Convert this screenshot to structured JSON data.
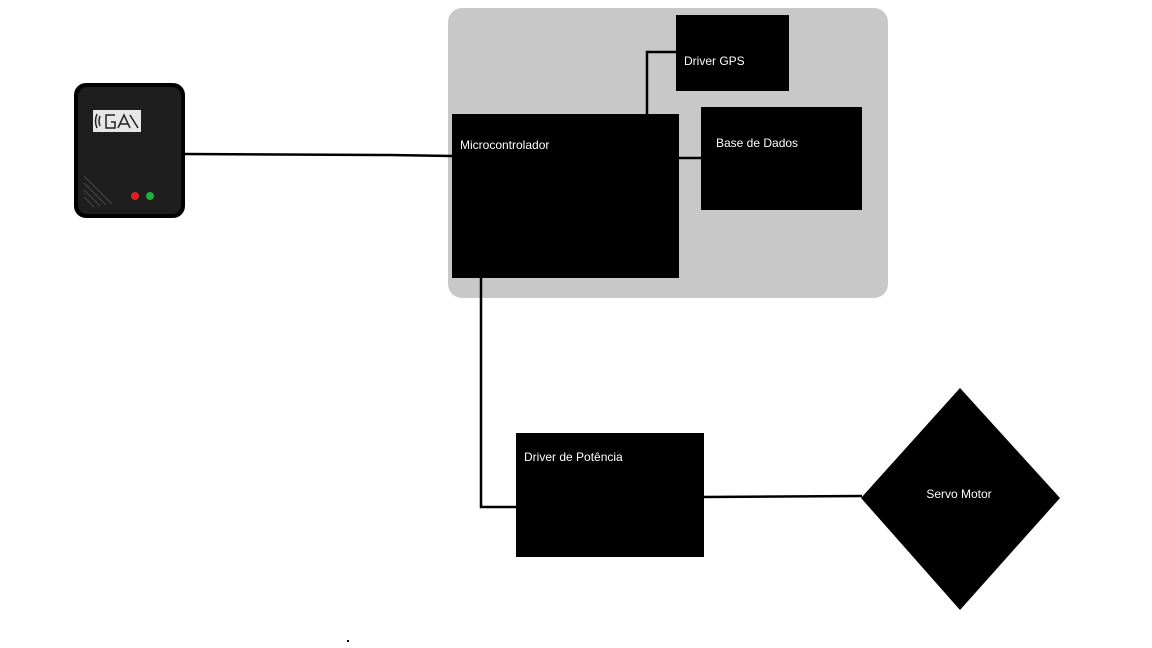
{
  "diagram": {
    "nodes": {
      "rfid_reader": {
        "label": "",
        "icon": "rfid-reader-device"
      },
      "microcontroller": {
        "label": "Microcontrolador"
      },
      "gps_driver": {
        "label": "Driver GPS"
      },
      "database": {
        "label": "Base de Dados"
      },
      "power_driver": {
        "label": "Driver de Potência"
      },
      "servo_motor": {
        "label": "Servo Motor"
      }
    },
    "edges": [
      {
        "from": "rfid_reader",
        "to": "microcontroller"
      },
      {
        "from": "microcontroller",
        "to": "gps_driver"
      },
      {
        "from": "microcontroller",
        "to": "database"
      },
      {
        "from": "microcontroller",
        "to": "power_driver"
      },
      {
        "from": "power_driver",
        "to": "servo_motor"
      }
    ],
    "colors": {
      "group_background": "#c8c8c8",
      "block_fill": "#000000",
      "block_text": "#ffffff",
      "connector": "#000000",
      "device_body": "#1e1e1e",
      "led_red": "#e02020",
      "led_green": "#20b040"
    }
  }
}
